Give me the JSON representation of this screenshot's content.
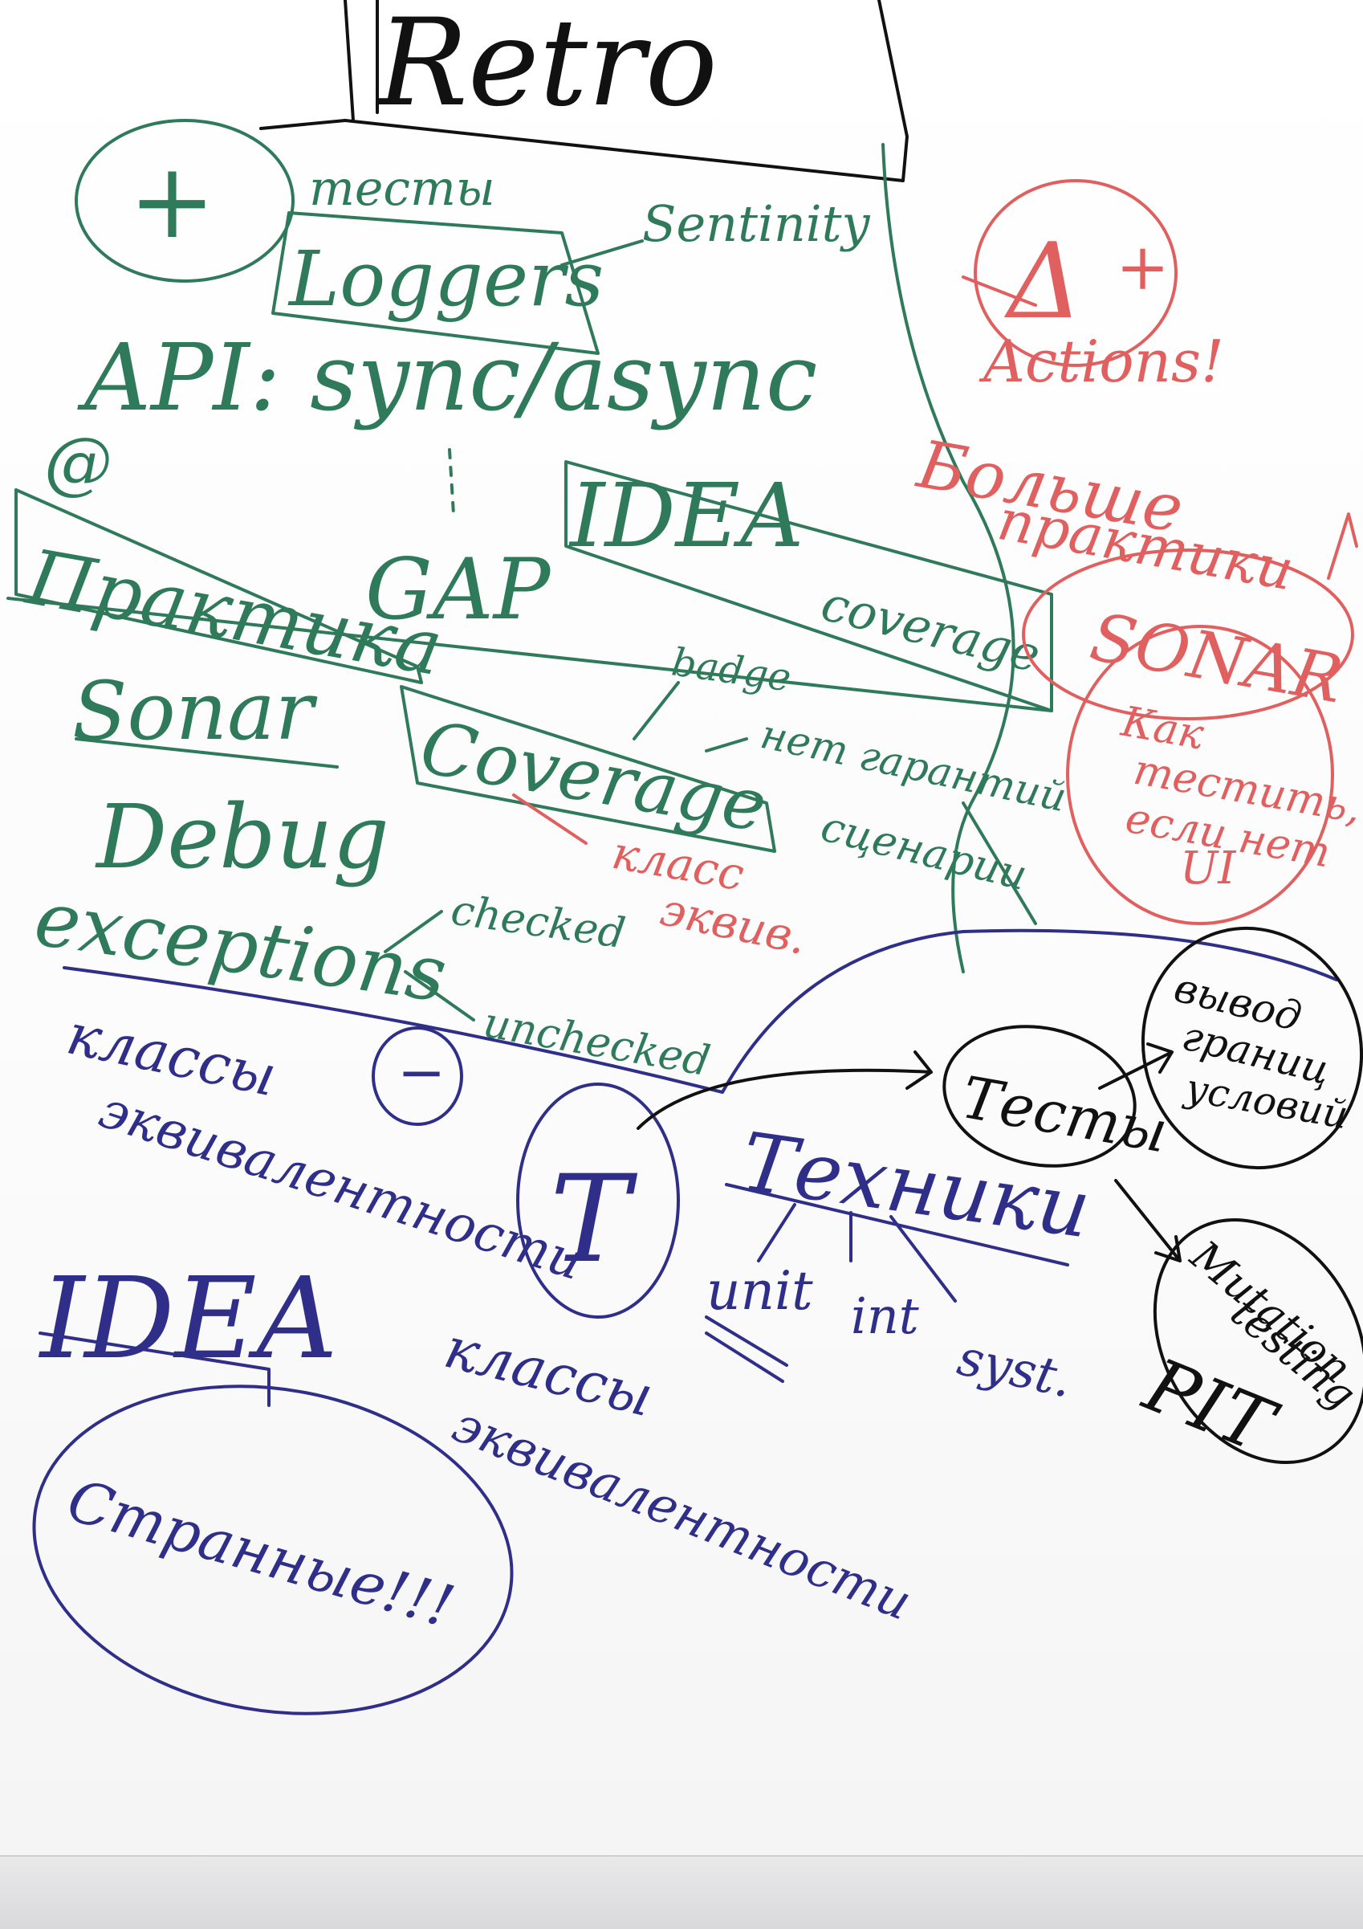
{
  "colors": {
    "green_marker": "#2f7a5a",
    "red_marker": "#e06060",
    "blue_marker": "#2f2f8a",
    "black_marker": "#111111",
    "paper": "#ffffff"
  },
  "title": "Retro",
  "green": {
    "plus": "+",
    "tests": "тесты",
    "loggers": "Loggers",
    "sentinel": "Sentinity",
    "api": "API: sync/async",
    "at": "@",
    "gap": "GAP",
    "idea": "IDEA",
    "idea_coverage": "coverage",
    "praktika": "Практика",
    "sonar": "Sonar",
    "badge": "badge",
    "coverage": "Coverage",
    "net_garantiy": "нет гарантий",
    "scenarii": "сценарии",
    "debug": "Debug",
    "exceptions": "exceptions",
    "checked": "checked",
    "unchecked": "unchecked"
  },
  "red": {
    "delta": "Δ",
    "plus": "+",
    "actions": "Actions!",
    "bolshe": "Больше",
    "praktiki": "практики",
    "sonar": "SONAR",
    "kak": "Как",
    "testit": "тестить,",
    "esli_net": "если нет",
    "ui": "UI",
    "klass": "класс",
    "ekviv": "эквив."
  },
  "blue": {
    "klassy": "классы",
    "ekvivalentnosti": "эквивалентности",
    "minus": "−",
    "t": "T",
    "tehniki": "Техники",
    "unit": "unit",
    "int": "int",
    "syst": "syst.",
    "idea": "IDEA",
    "strannye": "Странные!!!",
    "klassy2": "классы",
    "ekvivalentnosti2": "эквивалентности"
  },
  "black": {
    "testy": "Тесты",
    "vyvod": "вывод",
    "granits": "границ",
    "uslovii": "условий",
    "mutation": "Mutation",
    "testing": "testing",
    "pit": "PIT"
  }
}
